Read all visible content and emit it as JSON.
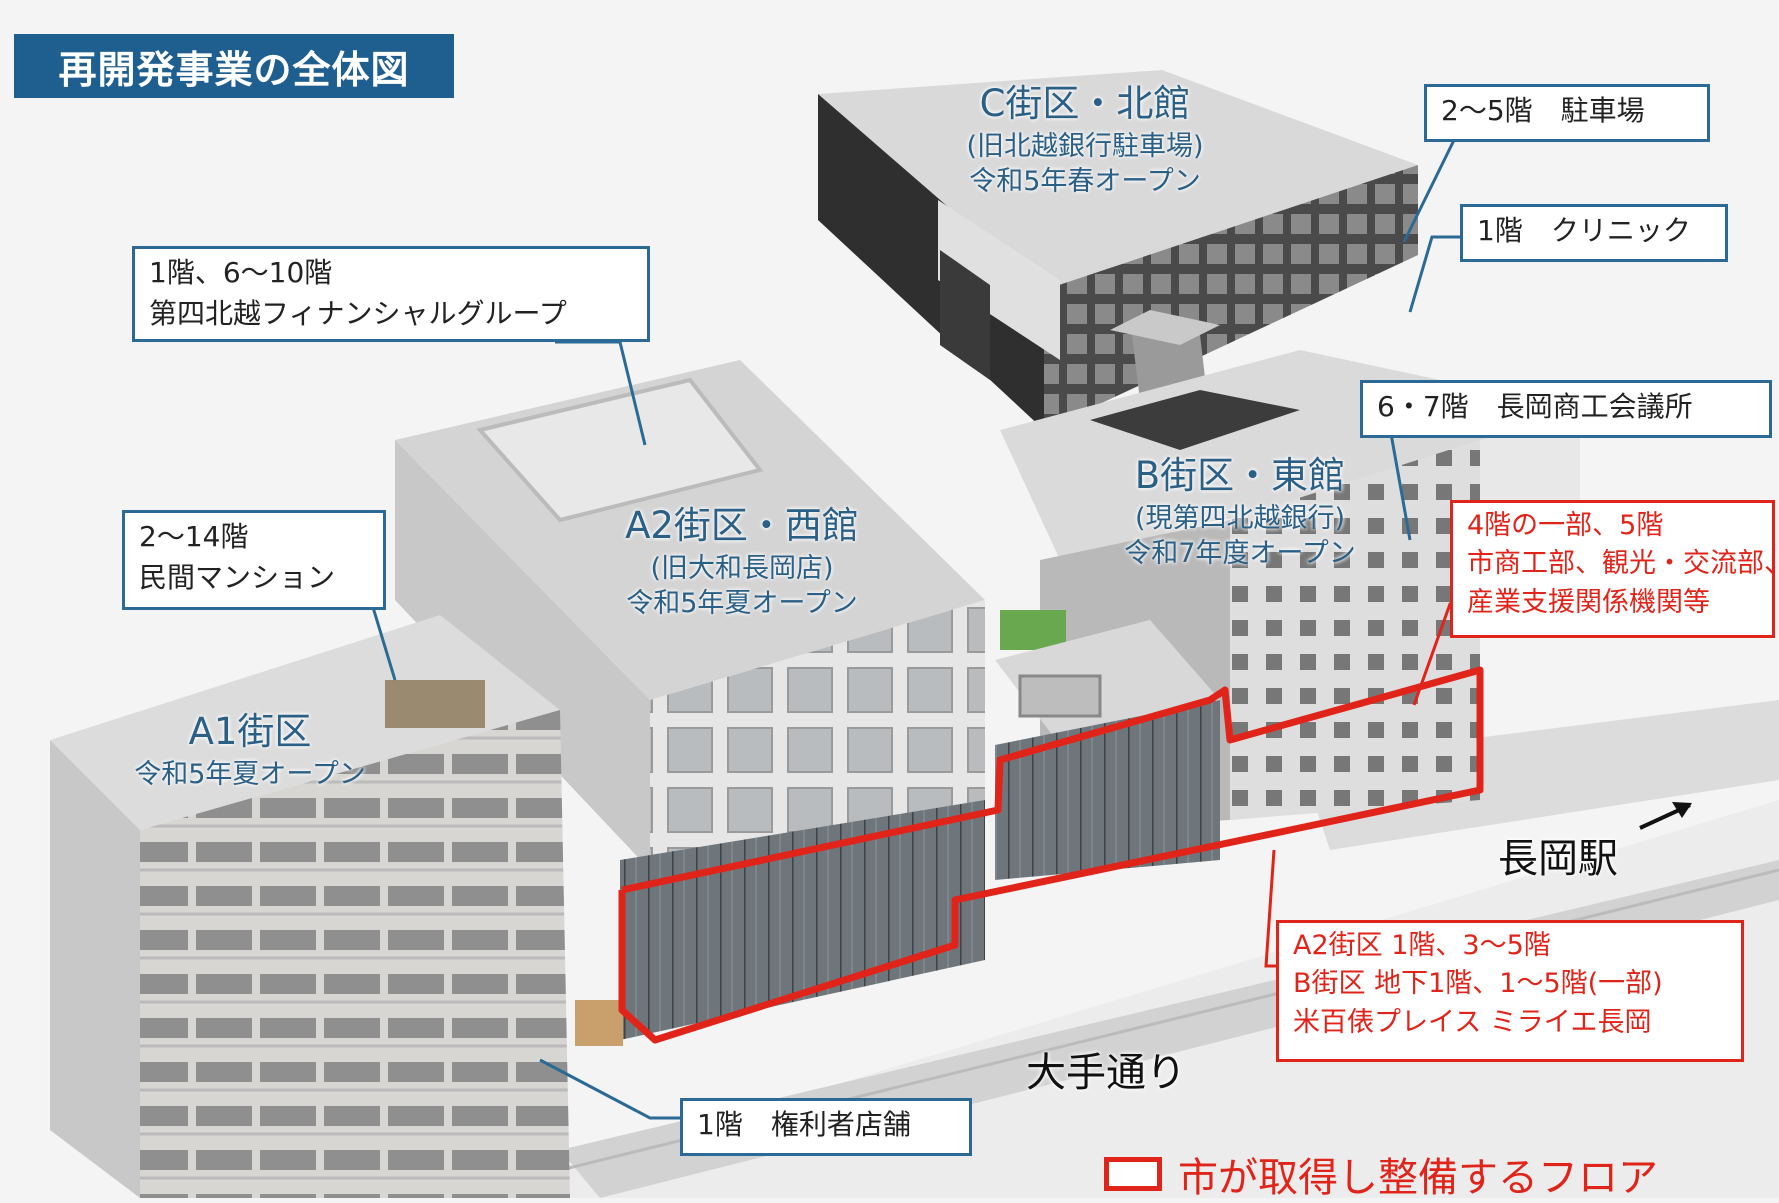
{
  "title": "再開発事業の全体図",
  "buildings": [
    {
      "id": "c",
      "name": "C街区・北館",
      "sub1": "(旧北越銀行駐車場)",
      "sub2": "令和5年春オープン"
    },
    {
      "id": "a2",
      "name": "A2街区・西館",
      "sub1": "(旧大和長岡店)",
      "sub2": "令和5年夏オープン"
    },
    {
      "id": "b",
      "name": "B街区・東館",
      "sub1": "(現第四北越銀行)",
      "sub2": "令和7年度オープン"
    },
    {
      "id": "a1",
      "name": "A1街区",
      "sub1": "令和5年夏オープン"
    }
  ],
  "callouts": {
    "parking": "2～5階　駐車場",
    "clinic": "1階　クリニック",
    "financial_line1": "1階、6～10階",
    "financial_line2": "第四北越フィナンシャルグループ",
    "chamber": "6・7階　長岡商工会議所",
    "mansion_line1": "2～14階",
    "mansion_line2": "民間マンション",
    "city_line1": "4階の一部、5階",
    "city_line2": "市商工部、観光・交流部、",
    "city_line3": "産業支援関係機関等",
    "misc_line1": "A2街区 1階、3～5階",
    "misc_line2": "B街区 地下1階、1～5階(一部)",
    "misc_line3": "米百俵プレイス ミライエ長岡",
    "shops": "1階　権利者店舗"
  },
  "streets": {
    "station": "長岡駅",
    "avenue": "大手通り"
  },
  "legend": "市が取得し整備するフロア",
  "colors": {
    "accent_blue": "#2a6a94",
    "title_bg": "#1f5f8f",
    "highlight_red": "#e0241a"
  }
}
